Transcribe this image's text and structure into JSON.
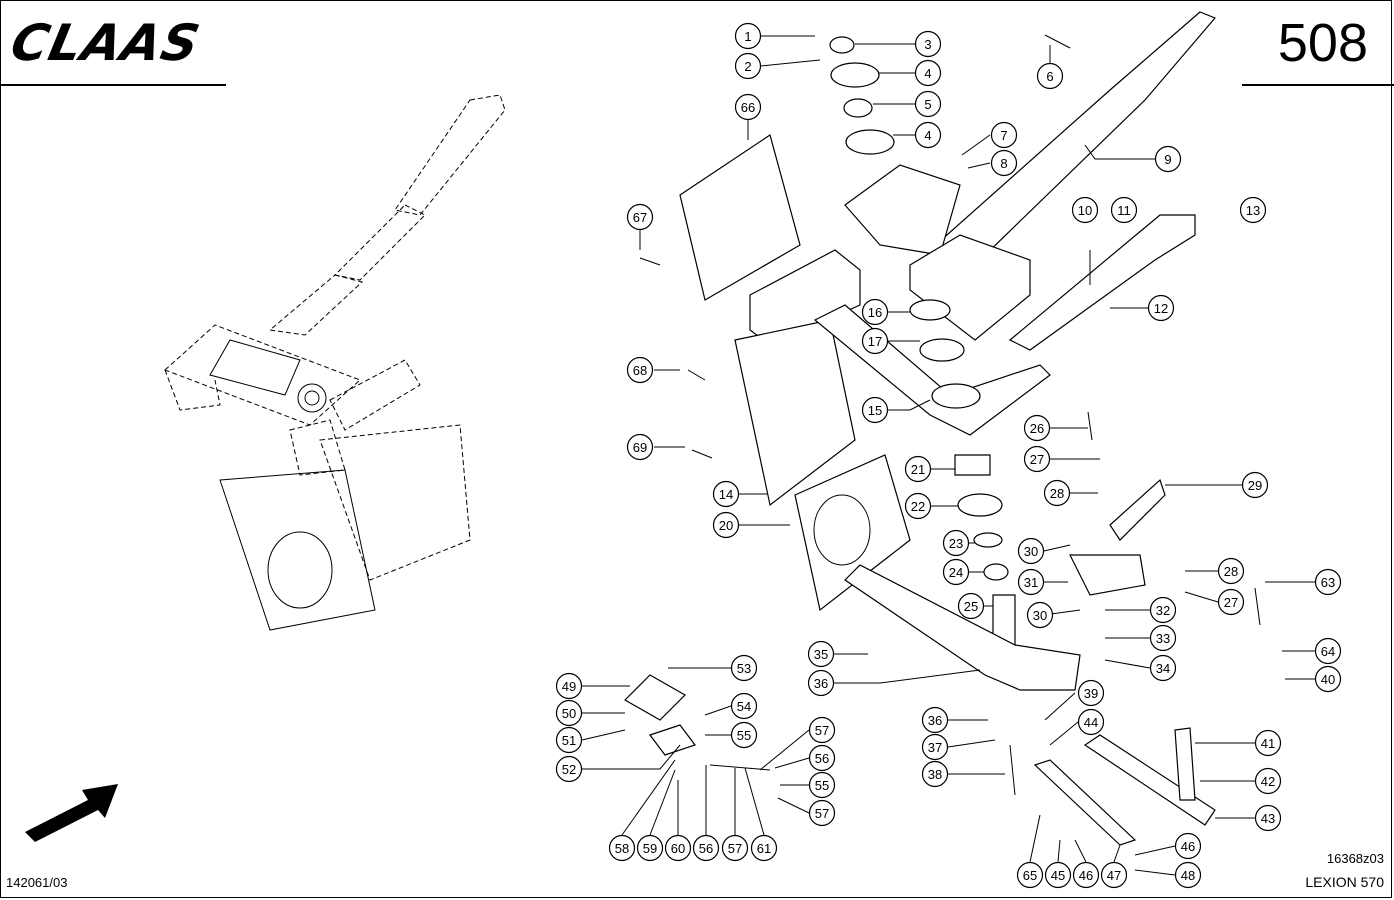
{
  "header": {
    "brand": "CLAAS",
    "page_number": "508"
  },
  "footer": {
    "doc_number": "142061/03",
    "drawing_code": "16368z03",
    "model": "LEXION 570"
  },
  "callouts": [
    "1",
    "2",
    "3",
    "4",
    "5",
    "4",
    "6",
    "7",
    "8",
    "9",
    "10",
    "11",
    "12",
    "13",
    "14",
    "15",
    "16",
    "17",
    "20",
    "21",
    "22",
    "23",
    "24",
    "25",
    "26",
    "27",
    "28",
    "29",
    "30",
    "30",
    "31",
    "32",
    "33",
    "34",
    "35",
    "36",
    "36",
    "37",
    "38",
    "39",
    "40",
    "41",
    "42",
    "43",
    "44",
    "46",
    "48",
    "49",
    "50",
    "51",
    "52",
    "53",
    "54",
    "55",
    "57",
    "56",
    "55",
    "57",
    "58",
    "59",
    "60",
    "56",
    "57",
    "61",
    "63",
    "64",
    "65",
    "45",
    "46",
    "47",
    "66",
    "67",
    "68",
    "69",
    "28",
    "27"
  ],
  "colors": {
    "line": "#000000",
    "background": "#ffffff"
  },
  "icons": {
    "direction_arrow": "arrow-up-right-icon"
  }
}
